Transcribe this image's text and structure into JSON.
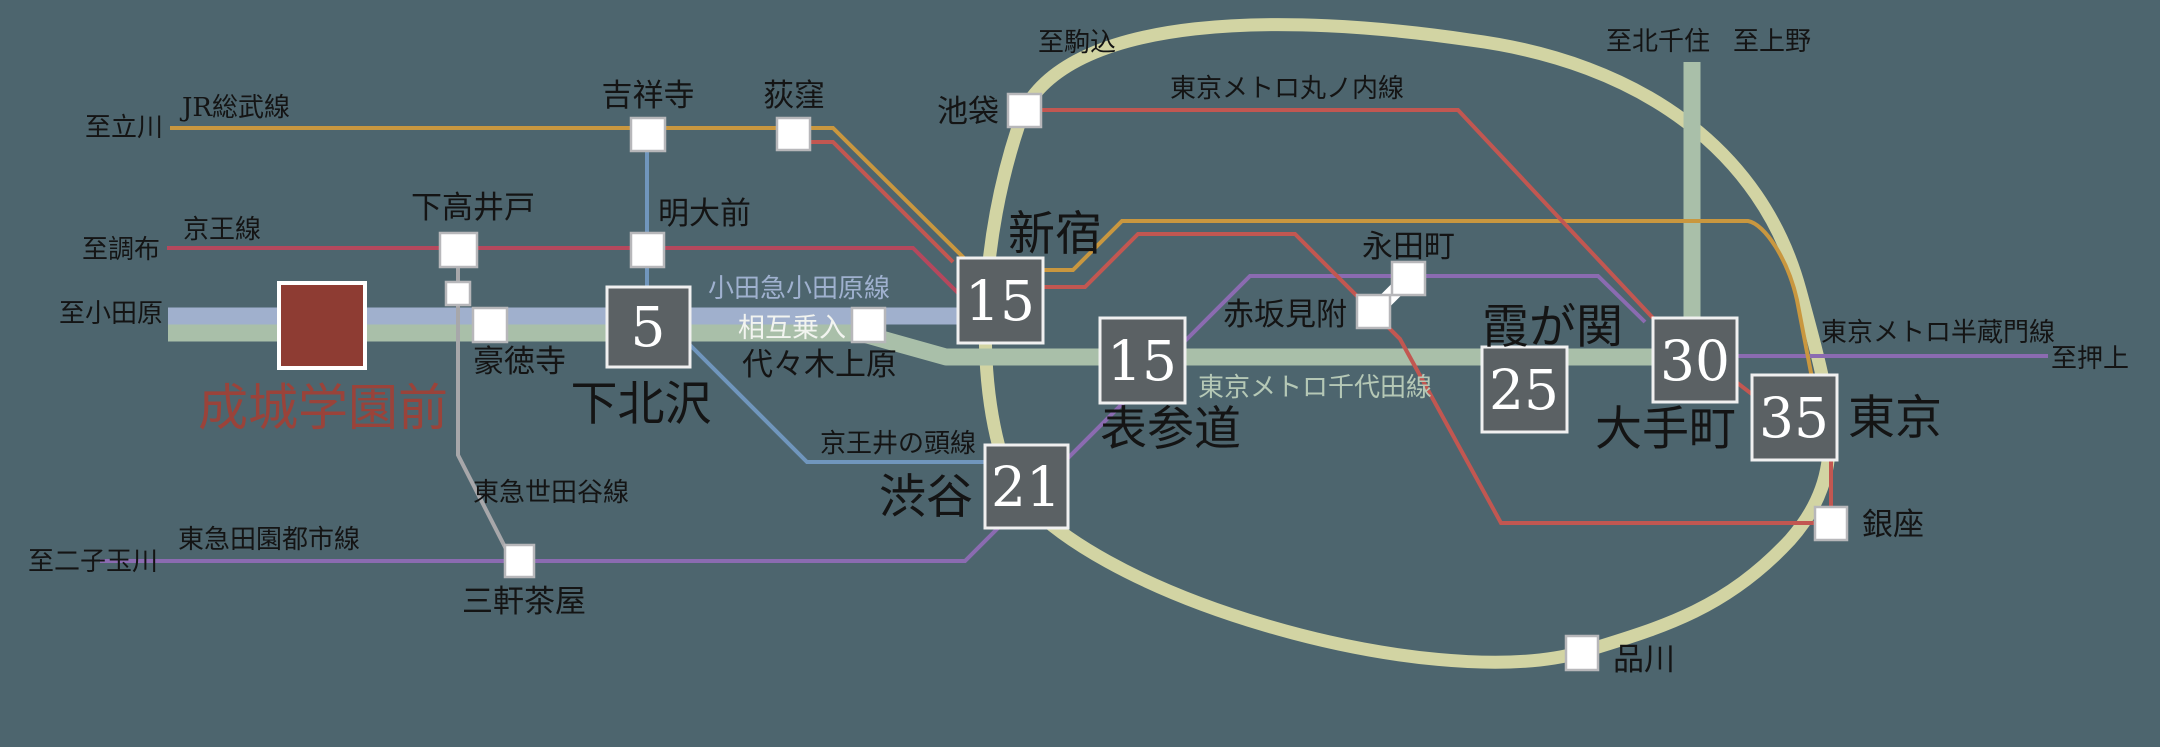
{
  "map": {
    "background": "#4d656e",
    "highlight_station": {
      "label": "成城学園前",
      "color": "#8e3c33",
      "label_color": "#9a433a"
    },
    "badge": {
      "fill": "#5b6164"
    },
    "lines": {
      "jr_sobu": {
        "label": "JR総武線",
        "color": "#c9973f"
      },
      "keio": {
        "label": "京王線",
        "color": "#b5485d"
      },
      "marunouchi": {
        "label": "東京メトロ丸ノ内線",
        "color": "#c25751"
      },
      "inokashira": {
        "label": "京王井の頭線",
        "color": "#7096bd"
      },
      "odakyu": {
        "label": "小田急小田原線",
        "color": "#a0b0cd",
        "label_color": "#9fb1cf"
      },
      "chiyoda": {
        "label": "東京メトロ千代田線",
        "color": "#a9bfa9",
        "label_color": "#b5c8b6"
      },
      "hanzomon": {
        "label": "東京メトロ半蔵門線",
        "color": "#8b6bb1"
      },
      "denentoshi": {
        "label": "東急田園都市線",
        "color": "#8b6bb1"
      },
      "setagaya": {
        "label": "東急世田谷線",
        "color": "#a7a7aa"
      },
      "yamanote": {
        "color": "#d2d4a3"
      }
    },
    "travel_times": [
      {
        "station": "下北沢",
        "minutes": "5"
      },
      {
        "station": "新宿",
        "minutes": "15"
      },
      {
        "station": "表参道",
        "minutes": "15"
      },
      {
        "station": "渋谷",
        "minutes": "21"
      },
      {
        "station": "霞が関",
        "minutes": "25"
      },
      {
        "station": "大手町",
        "minutes": "30"
      },
      {
        "station": "東京",
        "minutes": "35"
      }
    ],
    "stations": {
      "kichijoji": "吉祥寺",
      "ogikubo": "荻窪",
      "ikebukuro": "池袋",
      "shimotakaido": "下高井戸",
      "meidaimae": "明大前",
      "gotokuji": "豪徳寺",
      "yoyogiuehara": "代々木上原",
      "nagatacho": "永田町",
      "akasakamitsuke": "赤坂見附",
      "ginza": "銀座",
      "sangenjaya": "三軒茶屋",
      "shinagawa": "品川"
    },
    "endpoints": {
      "tachikawa": "至立川",
      "chofu": "至調布",
      "odawara": "至小田原",
      "futakotamagawa": "至二子玉川",
      "komagome": "至駒込",
      "kitasenju": "至北千住",
      "ueno": "至上野",
      "oshiage": "至押上"
    },
    "notes": {
      "through_service": "相互乗入"
    }
  }
}
